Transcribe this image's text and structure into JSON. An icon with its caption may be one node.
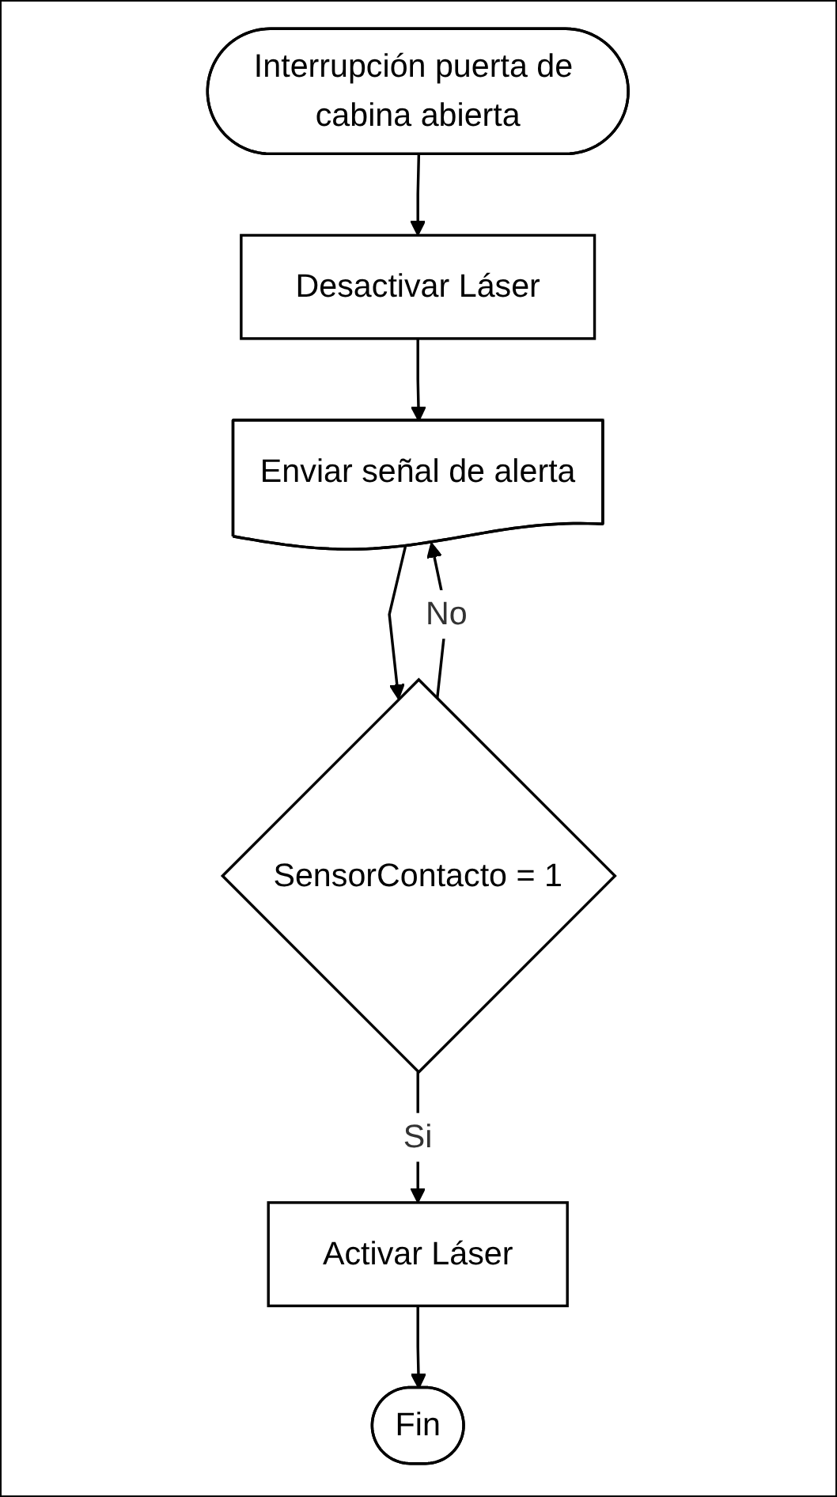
{
  "diagram": {
    "nodes": [
      {
        "text": [
          "Interrupción puerta de cabina abierta"
        ]
      },
      {
        "text": [
          "Desactivar Láser"
        ]
      },
      {
        "text": [
          "Enviar señal de alerta"
        ]
      },
      {
        "text": [
          "SensorContacto = 1"
        ]
      },
      {
        "text": [
          "Activar Láser"
        ]
      },
      {
        "text": [
          "Fin"
        ]
      }
    ],
    "edges": [
      {
        "from": 0,
        "to": 1,
        "arrow": "to"
      },
      {
        "from": 1,
        "to": 2,
        "arrow": "to"
      },
      {
        "from": 2,
        "to": 3,
        "arrow": "to"
      },
      {
        "from": 3,
        "to": 2,
        "arrow": "to",
        "label": "No"
      },
      {
        "from": 3,
        "to": 4,
        "arrow": "to",
        "label": "Si"
      },
      {
        "from": 4,
        "to": 5,
        "arrow": "to"
      }
    ]
  }
}
